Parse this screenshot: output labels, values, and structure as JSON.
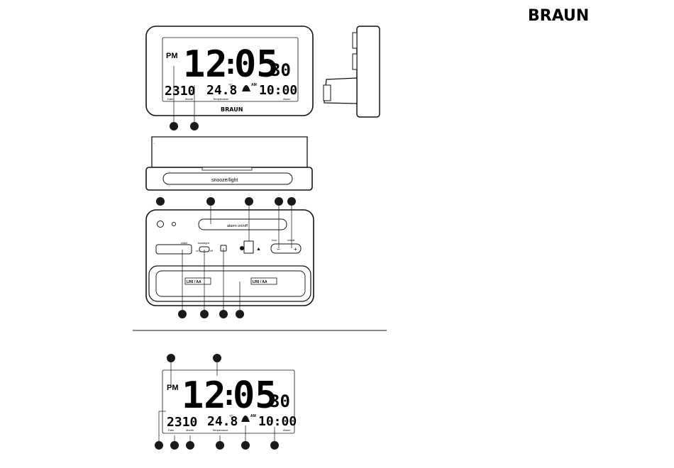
{
  "brand": {
    "logo_text": "BRAUN"
  },
  "display": {
    "ampm": "PM",
    "hours": "12",
    "colon": ":",
    "minutes": "05",
    "seconds": "30",
    "date_day": "23",
    "date_month": "10",
    "date_label": "Date",
    "month_label": "Month",
    "temperature": "24.8",
    "temp_unit": "°C",
    "temperature_label": "Temperature",
    "alarm_ampm": "AM",
    "alarm_time": "10:00",
    "alarm_label": "Alarm"
  },
  "front_logo": "BRAUN",
  "side_button_label": "snooze/light",
  "back_panel": {
    "slider_label": "alarm on/off",
    "reset_label": "reset",
    "backlight_label": "backlight",
    "backlight_on": "on",
    "backlight_off": "off",
    "hour_label": "hour",
    "minute_label": "minute",
    "battery_left": "LR6 / AA",
    "battery_right": "LR6 / AA"
  },
  "callouts": {
    "top_markers": 2,
    "back_top_markers": 5,
    "back_bottom_markers": 4,
    "display_top_markers": 2,
    "display_bottom_markers": 6
  },
  "colors": {
    "ink": "#111111",
    "marker": "#1a1a1a",
    "lcd_bg": "#ffffff"
  }
}
